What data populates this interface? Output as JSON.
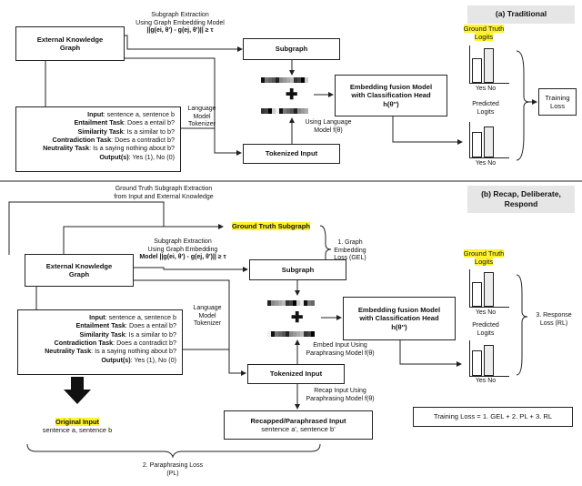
{
  "panel_a": {
    "title": "(a) Traditional",
    "subgraph_extraction_l1": "Subgraph Extraction",
    "subgraph_extraction_l2": "Using Graph Embedding Model",
    "subgraph_extraction_l3": "||g(ei, θ') - g(ej, θ')|| ≥ τ",
    "external_kg_l1": "External Knowledge",
    "external_kg_l2": "Graph",
    "subgraph": "Subgraph",
    "tokenized_input": "Tokenized Input",
    "language_model_tokenizer_l1": "Language",
    "language_model_tokenizer_l2": "Model",
    "language_model_tokenizer_l3": "Tokenizer",
    "using_language_model_l1": "Using Language",
    "using_language_model_l2": "Model f(θ)",
    "fusion_l1": "Embedding fusion Model",
    "fusion_l2": "with Classification Head",
    "fusion_l3": "h(θ'')",
    "ground_truth_logits_l1": "Ground Truth",
    "ground_truth_logits_l2": "Logits",
    "predicted_logits_l1": "Predicted",
    "predicted_logits_l2": "Logits",
    "yes": "Yes",
    "no": "No",
    "training_loss_l1": "Training",
    "training_loss_l2": "Loss",
    "task": {
      "input_label": "Input",
      "input_text": ": sentence a, sentence b",
      "entailment_label": "Entailment Task",
      "entailment_text": ": Does a entail b?",
      "similarity_label": "Similarity Task",
      "similarity_text": ": Is a similar to b?",
      "contradiction_label": "Contradiction Task",
      "contradiction_text": ": Does a contradict b?",
      "neutrality_label": "Neutrality Task",
      "neutrality_text": ": Is a saying nothing about b?",
      "output_label": "Output(s)",
      "output_text": ": Yes (1), No (0)"
    }
  },
  "panel_b": {
    "title_l1": "(b) Recap, Deliberate,",
    "title_l2": "Respond",
    "gt_extraction_l1": "Ground Truth Subgraph Extraction",
    "gt_extraction_l2": "from Input and External Knowledge",
    "ground_truth_subgraph": "Ground Truth Subgraph",
    "gel_l1": "1. Graph",
    "gel_l2": "Embedding",
    "gel_l3": "Loss (GEL)",
    "subgraph_extraction_l1": "Subgraph Extraction",
    "subgraph_extraction_l2": "Using Graph Embedding",
    "subgraph_extraction_l3": "Model ||g(ei, θ') - g(ej, θ')|| ≥ τ",
    "external_kg_l1": "External Knowledge",
    "external_kg_l2": "Graph",
    "subgraph": "Subgraph",
    "tokenized_input": "Tokenized Input",
    "language_model_tokenizer_l1": "Language",
    "language_model_tokenizer_l2": "Model",
    "language_model_tokenizer_l3": "Tokenizer",
    "embed_input_l1": "Embed Input Using",
    "embed_input_l2": "Paraphrasing Model f(θ)",
    "recap_input_l1": "Recap Input Using",
    "recap_input_l2": "Paraphrasing Model f(θ)",
    "fusion_l1": "Embedding fusion Model",
    "fusion_l2": "with Classification Head",
    "fusion_l3": "h(θ'')",
    "ground_truth_logits_l1": "Ground Truth",
    "ground_truth_logits_l2": "Logits",
    "predicted_logits_l1": "Predicted",
    "predicted_logits_l2": "Logits",
    "yes": "Yes",
    "no": "No",
    "rl_l1": "3. Response",
    "rl_l2": "Loss (RL)",
    "recapped_l1": "Recapped/Paraphrased Input",
    "recapped_l2": "sentence a', sentence b'",
    "original_input_l1": "Original Input",
    "original_input_l2": "sentence a, sentence b",
    "pl_l1": "2. Paraphrasing Loss",
    "pl_l2": "(PL)",
    "training_loss_formula": "Training Loss = 1. GEL + 2. PL + 3. RL",
    "task": {
      "input_label": "Input",
      "input_text": ": sentence a, sentence b",
      "entailment_label": "Entailment Task",
      "entailment_text": ": Does a entail b?",
      "similarity_label": "Similarity Task",
      "similarity_text": ": Is a similar to b?",
      "contradiction_label": "Contradiction Task",
      "contradiction_text": ": Does a contradict b?",
      "neutrality_label": "Neutrality Task",
      "neutrality_text": ": Is a saying nothing about b?",
      "output_label": "Output(s)",
      "output_text": ": Yes (1), No (0)"
    }
  },
  "colors": {
    "highlight": "#fff230",
    "panel_title_bg": "#e6e6e6",
    "bar_fill": "#ececec",
    "line": "#222222"
  }
}
